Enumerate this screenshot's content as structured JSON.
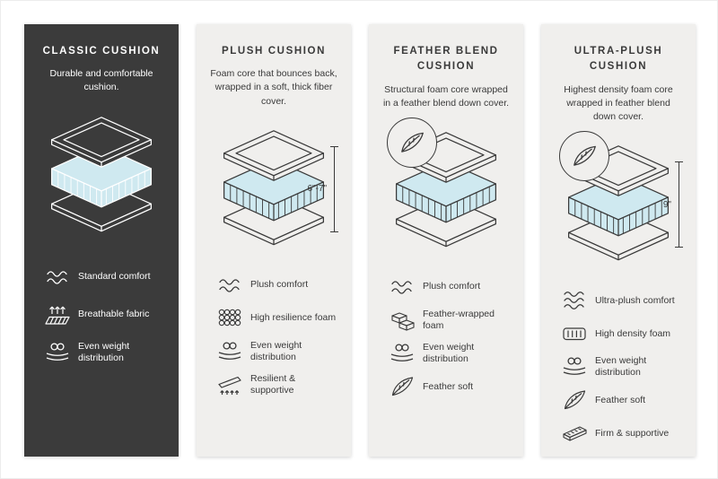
{
  "colors": {
    "background": "#ffffff",
    "dark_panel": "#3b3b3b",
    "light_panel": "#f0efed",
    "ink_dark": "#3a3a3a",
    "ink_light": "#ffffff",
    "cushion_core": "#cfe9f0"
  },
  "cards": [
    {
      "title": "CLASSIC CUSHION",
      "description": "Durable and comfortable cushion.",
      "features": [
        {
          "icon": "wavy-lines-icon",
          "label": "Standard comfort"
        },
        {
          "icon": "breathable-fabric-icon",
          "label": "Breathable fabric"
        },
        {
          "icon": "even-weight-icon",
          "label": "Even weight distribution"
        }
      ]
    },
    {
      "title": "PLUSH CUSHION",
      "description": "Foam core that bounces back, wrapped in a soft, thick fiber cover.",
      "dimension": "6\"-7\"",
      "features": [
        {
          "icon": "wavy-lines-icon",
          "label": "Plush comfort"
        },
        {
          "icon": "resilience-foam-icon",
          "label": "High resilience foam"
        },
        {
          "icon": "even-weight-icon",
          "label": "Even weight distribution"
        },
        {
          "icon": "spring-support-icon",
          "label": "Resilient & supportive"
        }
      ]
    },
    {
      "title": "FEATHER BLEND CUSHION",
      "description": "Structural foam core wrapped in a feather blend down cover.",
      "has_feather_badge": true,
      "features": [
        {
          "icon": "wavy-lines-icon",
          "label": "Plush comfort"
        },
        {
          "icon": "foam-bricks-icon",
          "label": "Feather-wrapped foam"
        },
        {
          "icon": "even-weight-icon",
          "label": "Even weight distribution"
        },
        {
          "icon": "feather-icon",
          "label": "Feather soft"
        }
      ]
    },
    {
      "title": "ULTRA-PLUSH CUSHION",
      "description": "Highest density foam core wrapped in feather blend down cover.",
      "dimension": "9\"",
      "has_feather_badge": true,
      "features": [
        {
          "icon": "triple-wavy-lines-icon",
          "label": "Ultra-plush comfort"
        },
        {
          "icon": "density-foam-icon",
          "label": "High density foam"
        },
        {
          "icon": "even-weight-icon",
          "label": "Even weight distribution"
        },
        {
          "icon": "feather-icon",
          "label": "Feather soft"
        },
        {
          "icon": "firm-support-icon",
          "label": "Firm & supportive"
        }
      ]
    }
  ]
}
